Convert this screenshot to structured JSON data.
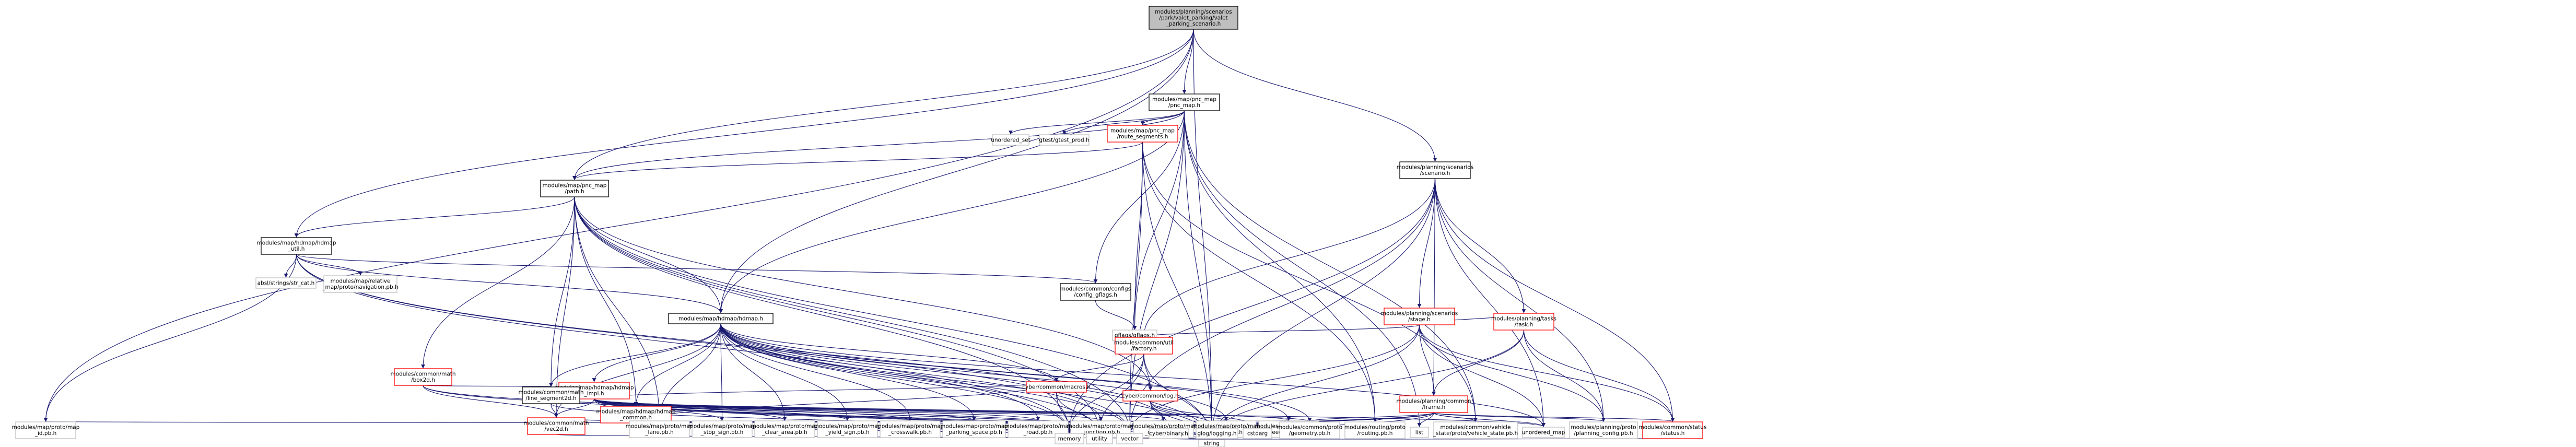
{
  "colors": {
    "root_fill": "#bfbfbf",
    "node_fill": "#ffffff",
    "node_border": "#000000",
    "missing_border": "#bfbfbf",
    "expandable_border": "#ff0000",
    "edge": "#191970"
  },
  "nodes": [
    {
      "id": "root",
      "kind": "root",
      "lines": [
        "modules/planning/scenarios",
        "/park/valet_parking/valet",
        "_parking_scenario.h"
      ]
    },
    {
      "id": "pnc_map",
      "kind": "normal",
      "lines": [
        "modules/map/pnc_map",
        "/pnc_map.h"
      ]
    },
    {
      "id": "scenario",
      "kind": "normal",
      "lines": [
        "modules/planning/scenarios",
        "/scenario.h"
      ]
    },
    {
      "id": "unordered_set",
      "kind": "missing",
      "lines": [
        "unordered_set"
      ]
    },
    {
      "id": "gtest",
      "kind": "missing",
      "lines": [
        "gtest/gtest_prod.h"
      ]
    },
    {
      "id": "route_seg",
      "kind": "expandable",
      "lines": [
        "modules/map/pnc_map",
        "/route_segments.h"
      ]
    },
    {
      "id": "path",
      "kind": "normal",
      "lines": [
        "modules/map/pnc_map",
        "/path.h"
      ]
    },
    {
      "id": "hdmap_util",
      "kind": "normal",
      "lines": [
        "modules/map/hdmap/hdmap",
        "_util.h"
      ]
    },
    {
      "id": "str_cat",
      "kind": "missing",
      "lines": [
        "absl/strings/str_cat.h"
      ]
    },
    {
      "id": "navigation",
      "kind": "missing",
      "lines": [
        "modules/map/relative",
        "_map/proto/navigation.pb.h"
      ]
    },
    {
      "id": "hdmap",
      "kind": "normal",
      "lines": [
        "modules/map/hdmap/hdmap.h"
      ]
    },
    {
      "id": "config_gflags",
      "kind": "normal",
      "lines": [
        "modules/common/configs",
        "/config_gflags.h"
      ]
    },
    {
      "id": "gflags",
      "kind": "missing",
      "lines": [
        "gflags/gflags.h"
      ]
    },
    {
      "id": "stage",
      "kind": "expandable",
      "lines": [
        "modules/planning/scenarios",
        "/stage.h"
      ]
    },
    {
      "id": "task",
      "kind": "expandable",
      "lines": [
        "modules/planning/tasks",
        "/task.h"
      ]
    },
    {
      "id": "box2d",
      "kind": "expandable",
      "lines": [
        "modules/common/math",
        "/box2d.h"
      ]
    },
    {
      "id": "hdmap_impl",
      "kind": "expandable",
      "lines": [
        "modules/map/hdmap/hdmap",
        "_impl.h"
      ]
    },
    {
      "id": "factory",
      "kind": "expandable",
      "lines": [
        "modules/common/util",
        "/factory.h"
      ]
    },
    {
      "id": "line_segment",
      "kind": "normal",
      "lines": [
        "modules/common/math",
        "/line_segment2d.h"
      ]
    },
    {
      "id": "macros",
      "kind": "expandable",
      "lines": [
        "cyber/common/macros.h"
      ]
    },
    {
      "id": "log",
      "kind": "expandable",
      "lines": [
        "cyber/common/log.h"
      ]
    },
    {
      "id": "frame",
      "kind": "expandable",
      "lines": [
        "modules/planning/common",
        "/frame.h"
      ]
    },
    {
      "id": "hdmap_common",
      "kind": "expandable",
      "lines": [
        "modules/map/hdmap/hdmap",
        "_common.h"
      ]
    },
    {
      "id": "vec2d",
      "kind": "expandable",
      "lines": [
        "modules/common/math",
        "/vec2d.h"
      ]
    },
    {
      "id": "id_pb",
      "kind": "missing",
      "lines": [
        "modules/map/proto/map",
        "_id.pb.h"
      ]
    },
    {
      "id": "lane_pb",
      "kind": "missing",
      "lines": [
        "modules/map/proto/map",
        "_lane.pb.h"
      ]
    },
    {
      "id": "stop_sign_pb",
      "kind": "missing",
      "lines": [
        "modules/map/proto/map",
        "_stop_sign.pb.h"
      ]
    },
    {
      "id": "clear_area_pb",
      "kind": "missing",
      "lines": [
        "modules/map/proto/map",
        "_clear_area.pb.h"
      ]
    },
    {
      "id": "yield_sign_pb",
      "kind": "missing",
      "lines": [
        "modules/map/proto/map",
        "_yield_sign.pb.h"
      ]
    },
    {
      "id": "crosswalk_pb",
      "kind": "missing",
      "lines": [
        "modules/map/proto/map",
        "_crosswalk.pb.h"
      ]
    },
    {
      "id": "parking_space_pb",
      "kind": "missing",
      "lines": [
        "modules/map/proto/map",
        "_parking_space.pb.h"
      ]
    },
    {
      "id": "road_pb",
      "kind": "missing",
      "lines": [
        "modules/map/proto/map",
        "_road.pb.h"
      ]
    },
    {
      "id": "junction_pb",
      "kind": "missing",
      "lines": [
        "modules/map/proto/map",
        "_junction.pb.h"
      ]
    },
    {
      "id": "overlap_pb",
      "kind": "missing",
      "lines": [
        "modules/map/proto/map",
        "_overlap.pb.h"
      ]
    },
    {
      "id": "signal_pb",
      "kind": "missing",
      "lines": [
        "modules/map/proto/map",
        "_signal.pb.h"
      ]
    },
    {
      "id": "speed_bump_pb",
      "kind": "missing",
      "lines": [
        "modules/map/proto/map",
        "_speed_bump.pb.h"
      ]
    },
    {
      "id": "memory",
      "kind": "missing",
      "lines": [
        "memory"
      ]
    },
    {
      "id": "utility",
      "kind": "missing",
      "lines": [
        "utility"
      ]
    },
    {
      "id": "vector",
      "kind": "missing",
      "lines": [
        "vector"
      ]
    },
    {
      "id": "cyber_binary",
      "kind": "missing",
      "lines": [
        "cyber/binary.h"
      ]
    },
    {
      "id": "glog",
      "kind": "missing",
      "lines": [
        "glog/logging.h"
      ]
    },
    {
      "id": "cstdarg",
      "kind": "missing",
      "lines": [
        "cstdarg"
      ]
    },
    {
      "id": "geometry_pb",
      "kind": "missing",
      "lines": [
        "modules/common/proto",
        "/geometry.pb.h"
      ]
    },
    {
      "id": "routing_pb",
      "kind": "missing",
      "lines": [
        "modules/routing/proto",
        "/routing.pb.h"
      ]
    },
    {
      "id": "list",
      "kind": "missing",
      "lines": [
        "list"
      ]
    },
    {
      "id": "vehicle_state_pb",
      "kind": "missing",
      "lines": [
        "modules/common/vehicle",
        "_state/proto/vehicle_state.pb.h"
      ]
    },
    {
      "id": "unordered_map",
      "kind": "missing",
      "lines": [
        "unordered_map"
      ]
    },
    {
      "id": "planning_config_pb",
      "kind": "missing",
      "lines": [
        "modules/planning/proto",
        "/planning_config.pb.h"
      ]
    },
    {
      "id": "status",
      "kind": "expandable",
      "lines": [
        "modules/common/status",
        "/status.h"
      ]
    },
    {
      "id": "string",
      "kind": "missing",
      "lines": [
        "string"
      ]
    }
  ]
}
